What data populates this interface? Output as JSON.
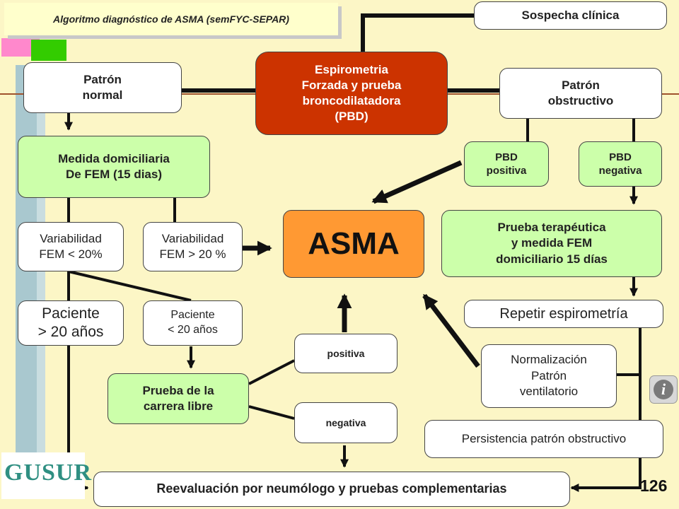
{
  "header": {
    "title": "Algoritmo diagnóstico de ASMA (semFYC-SEPAR)"
  },
  "nodes": {
    "sospecha": [
      "Sospecha clínica"
    ],
    "espirometria": [
      "Espirometria",
      "Forzada y prueba",
      "broncodilatadora",
      "(PBD)"
    ],
    "patron_normal": [
      "Patrón",
      "normal"
    ],
    "patron_obstructivo": [
      "Patrón",
      "obstructivo"
    ],
    "medida_domiciliaria": [
      "Medida domiciliaria",
      "De FEM (15 dias)"
    ],
    "pbd_positiva": [
      "PBD",
      "positiva"
    ],
    "pbd_negativa": [
      "PBD",
      "negativa"
    ],
    "variabilidad_menor": [
      "Variabilidad",
      "FEM < 20%"
    ],
    "variabilidad_mayor": [
      "Variabilidad",
      "FEM > 20 %"
    ],
    "asma": [
      "ASMA"
    ],
    "prueba_terapeutica": [
      "Prueba terapéutica",
      "y medida FEM",
      "domiciliario 15 días"
    ],
    "paciente_mayor": [
      "Paciente",
      "> 20 años"
    ],
    "paciente_menor": [
      "Paciente",
      "< 20 años"
    ],
    "repetir_espirometria": [
      "Repetir espirometría"
    ],
    "positiva": [
      "positiva"
    ],
    "normalizacion": [
      "Normalización",
      "Patrón",
      "ventilatorio"
    ],
    "prueba_carrera": [
      "Prueba de la",
      "carrera libre"
    ],
    "negativa": [
      "negativa"
    ],
    "persistencia": [
      "Persistencia patrón obstructivo"
    ],
    "reevaluacion": [
      "Reevaluación por neumólogo y pruebas complementarias"
    ]
  },
  "footer": {
    "page_number": "126",
    "logo": "GUSUR"
  },
  "colors": {
    "background": "#fcf6c6",
    "espirometria_fill": "#cc3300",
    "asma_fill": "#ff9933",
    "green_fill": "#ccffaa",
    "white_fill": "#ffffff",
    "connector": "#111111",
    "accent_line": "#a0522d"
  },
  "icons": [
    "info-icon",
    "gusur-logo-icon"
  ]
}
